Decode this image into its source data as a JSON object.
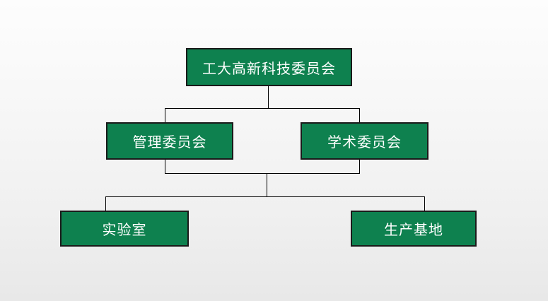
{
  "diagram": {
    "type": "org-chart",
    "description": "Organization chart with three levels connected by elbow connectors on a light gradient slide background",
    "colors": {
      "node_fill": "#0e814f",
      "node_border": "#1a1a1a",
      "node_text": "#ffffff",
      "connector": "#000000"
    },
    "nodes": [
      {
        "id": "root",
        "label": "工大高新科技委员会",
        "level": 1
      },
      {
        "id": "management",
        "label": "管理委员会",
        "level": 2
      },
      {
        "id": "academic",
        "label": "学术委员会",
        "level": 2
      },
      {
        "id": "laboratory",
        "label": "实验室",
        "level": 3
      },
      {
        "id": "production-base",
        "label": "生产基地",
        "level": 3
      }
    ],
    "edges": [
      {
        "from": "root",
        "to": "management"
      },
      {
        "from": "root",
        "to": "academic"
      },
      {
        "from": "management,academic",
        "to": "laboratory"
      },
      {
        "from": "management,academic",
        "to": "production-base"
      }
    ]
  }
}
